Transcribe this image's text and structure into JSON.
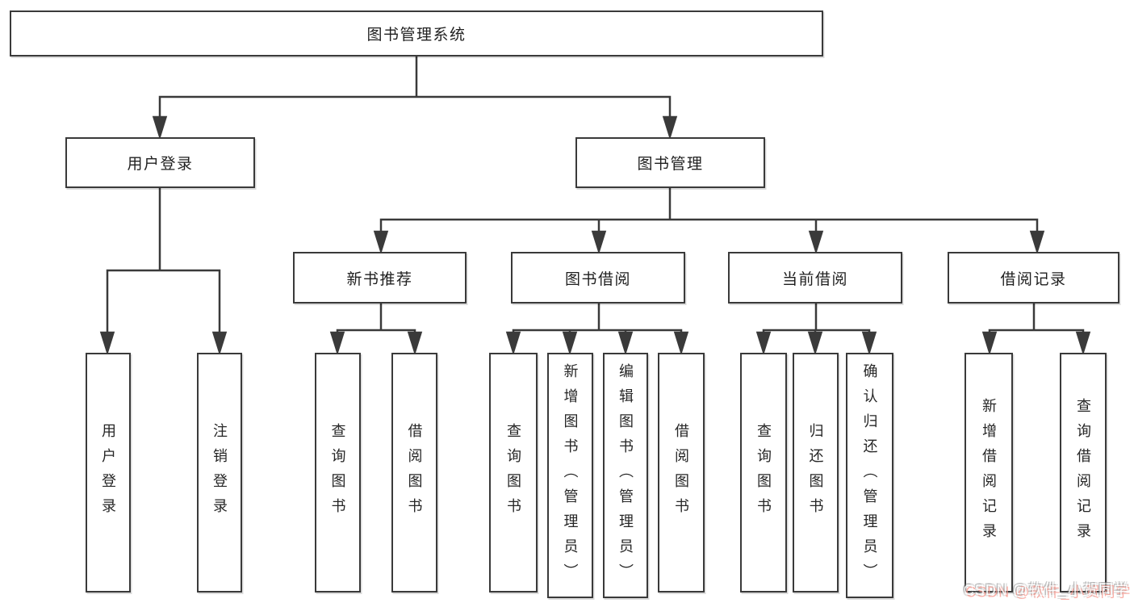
{
  "diagram": {
    "title": "图书管理系统",
    "type": "hierarchy-tree"
  },
  "colors": {
    "line": "#3a3a3a",
    "box_border": "#3a3a3a",
    "text": "#1f1f1f",
    "background": "#ffffff",
    "watermark_shadow": "#f7948a"
  },
  "tree": {
    "label": "图书管理系统",
    "children": [
      {
        "label": "用户登录",
        "children": [
          {
            "label": "用户登录"
          },
          {
            "label": "注销登录"
          }
        ]
      },
      {
        "label": "图书管理",
        "children": [
          {
            "label": "新书推荐",
            "children": [
              {
                "label": "查询图书"
              },
              {
                "label": "借阅图书"
              }
            ]
          },
          {
            "label": "图书借阅",
            "children": [
              {
                "label": "查询图书"
              },
              {
                "label": "新增图书（管理员）"
              },
              {
                "label": "编辑图书（管理员）"
              },
              {
                "label": "借阅图书"
              }
            ]
          },
          {
            "label": "当前借阅",
            "children": [
              {
                "label": "查询图书"
              },
              {
                "label": "归还图书"
              },
              {
                "label": "确认归还（管理员）"
              }
            ]
          },
          {
            "label": "借阅记录",
            "children": [
              {
                "label": "新增借阅记录"
              },
              {
                "label": "查询借阅记录"
              }
            ]
          }
        ]
      }
    ]
  },
  "watermark": {
    "text": "CSDN @软件_小贺同学"
  }
}
